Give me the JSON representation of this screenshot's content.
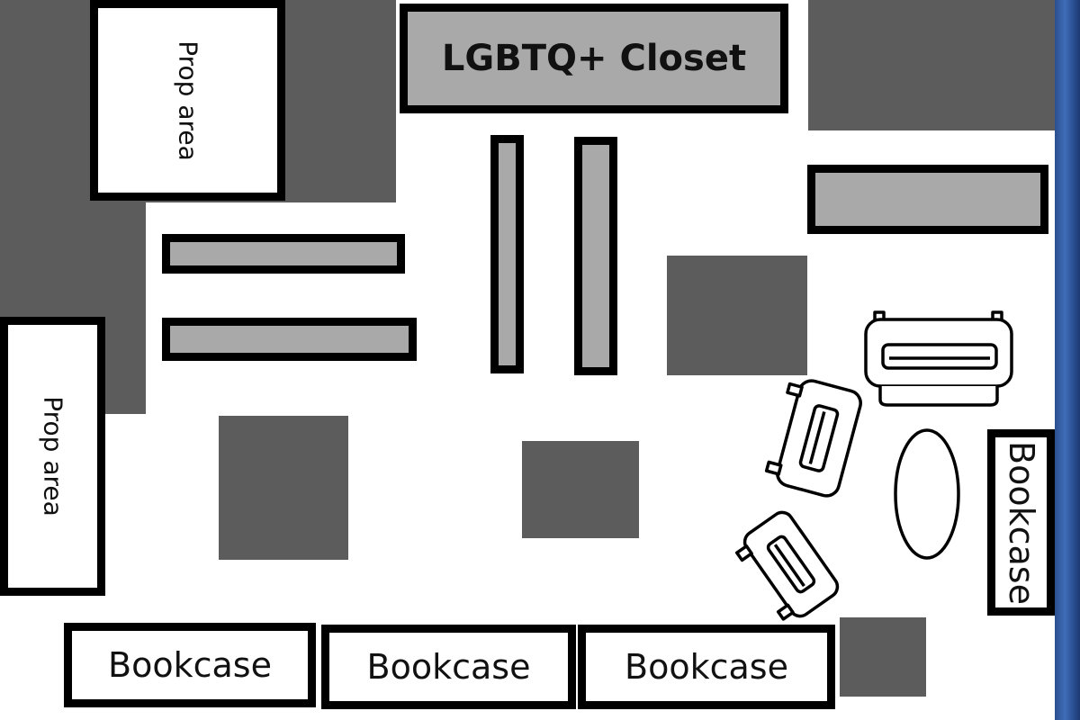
{
  "map": {
    "closet_label": "LGBTQ+ Closet",
    "prop_area_top": "Prop area",
    "prop_area_left": "Prop area",
    "bookcase_1": "Bookcase",
    "bookcase_2": "Bookcase",
    "bookcase_3": "Bookcase",
    "bookcase_right": "Bookcase"
  },
  "colors": {
    "dark_block": "#5c5c5c",
    "table_fill": "#a9a9a9",
    "outline": "#000000",
    "accent_strip": "#3e6db8"
  }
}
